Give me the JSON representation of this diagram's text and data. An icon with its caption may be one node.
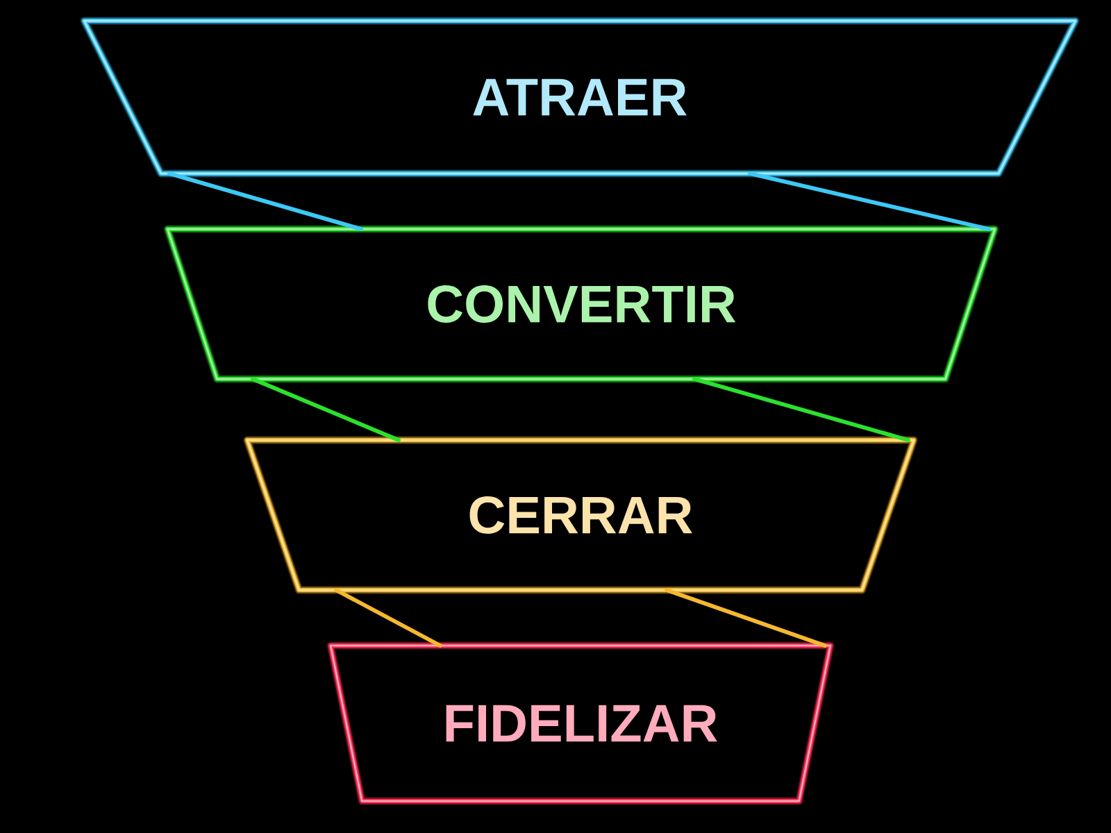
{
  "diagram": {
    "nodes": [
      {
        "text": [
          "ATRAER"
        ]
      },
      {
        "text": [
          "CONVERTIR"
        ]
      },
      {
        "text": [
          "CERRAR"
        ]
      },
      {
        "text": [
          "FIDELIZAR"
        ]
      }
    ],
    "edges": [
      {
        "from": 0,
        "to": 1,
        "arrow": "none",
        "color": "#3ec8f5"
      },
      {
        "from": 0,
        "to": 1,
        "arrow": "none",
        "color": "#3ec8f5"
      },
      {
        "from": 1,
        "to": 2,
        "arrow": "none",
        "color": "#2de02d"
      },
      {
        "from": 1,
        "to": 2,
        "arrow": "none",
        "color": "#2de02d"
      },
      {
        "from": 2,
        "to": 3,
        "arrow": "none",
        "color": "#f5b82e"
      },
      {
        "from": 2,
        "to": 3,
        "arrow": "none",
        "color": "#f5b82e"
      }
    ]
  }
}
